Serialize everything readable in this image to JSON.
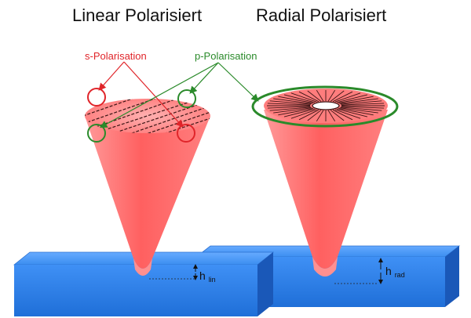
{
  "titles": {
    "linear": "Linear Polarisiert",
    "radial": "Radial Polarisiert"
  },
  "labels": {
    "s_polarisation": "s-Polarisation",
    "p_polarisation": "p-Polarisation"
  },
  "dimensions": {
    "h_lin_base": "h",
    "h_lin_sub": "lin",
    "h_rad_base": "h",
    "h_rad_sub": "rad"
  },
  "colors": {
    "beam": "#ff6b6b",
    "workpiece": "#3a8ef0",
    "s_polarisation": "#e0252a",
    "p_polarisation": "#2a8a2a"
  }
}
